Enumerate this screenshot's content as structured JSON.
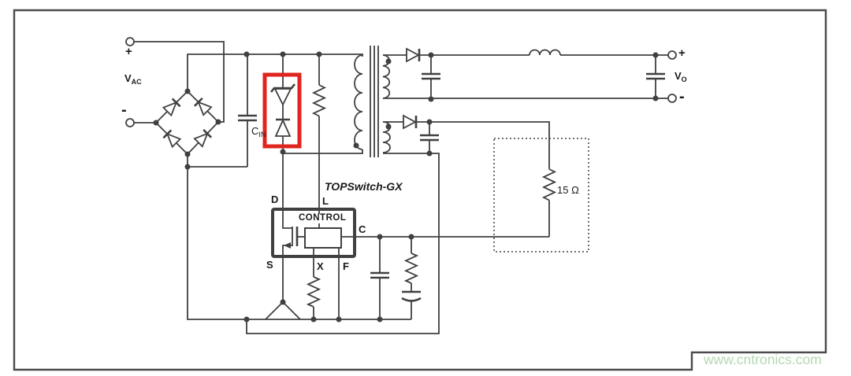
{
  "title": "TOPSwitch-GX flyback power supply schematic",
  "labels": {
    "plus_in": "+",
    "minus_in": "-",
    "vac": {
      "main": "V",
      "sub": "AC"
    },
    "cin": {
      "main": "C",
      "sub": "IN"
    },
    "ic_title": "TOPSwitch-GX",
    "control": "CONTROL",
    "pin_d": "D",
    "pin_l": "L",
    "pin_c": "C",
    "pin_s": "S",
    "pin_x": "X",
    "pin_f": "F",
    "r_load": "15 Ω",
    "vo": {
      "main": "V",
      "sub": "O"
    },
    "plus_out": "+",
    "minus_out": "-",
    "watermark": "www.cntronics.com"
  },
  "colors": {
    "line": "#404040",
    "highlight_red": "#e0251f",
    "watermark_green": "#b4d9b0",
    "text": "#1a1a1a",
    "frame": "#4a4a4f"
  },
  "components": [
    "ac-input-terminals",
    "bridge-rectifier",
    "input-capacitor-cin",
    "clamp-zener-diode",
    "clamp-blocking-diode",
    "red-highlight-box",
    "line-sense-resistor",
    "flyback-transformer",
    "output-rectifier-diode",
    "output-filter-capacitors",
    "output-inductor",
    "output-terminals",
    "bias-winding-diode",
    "bias-winding-capacitor",
    "feedback-resistor-15-ohm",
    "dotted-feedback-box",
    "topswitch-gx-ic",
    "control-block",
    "internal-mosfet",
    "x-pin-resistor",
    "c-pin-bypass-capacitor",
    "c-pin-series-rc"
  ]
}
